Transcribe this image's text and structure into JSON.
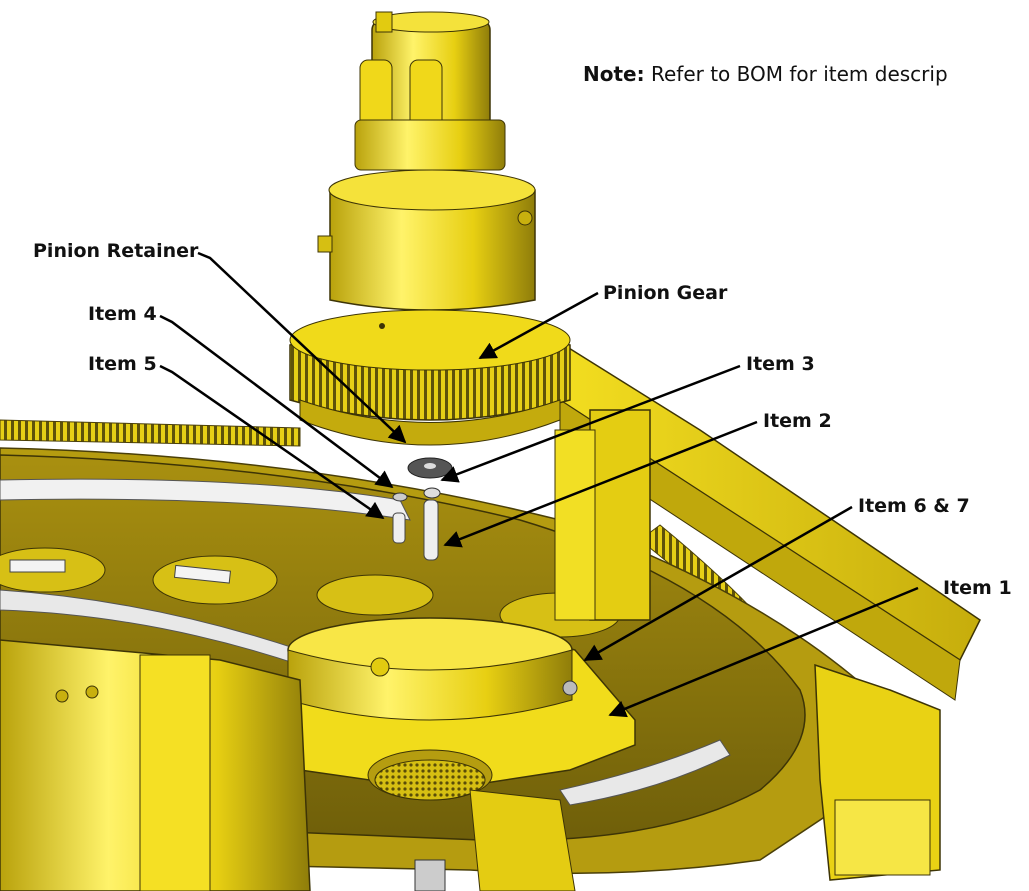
{
  "note": {
    "label": "Note:",
    "text": "Refer to BOM for item descrip"
  },
  "callouts": {
    "pinion_retainer": "Pinion Retainer",
    "pinion_gear": "Pinion Gear",
    "item4": "Item 4",
    "item5": "Item 5",
    "item3": "Item 3",
    "item2": "Item 2",
    "item6_7": "Item 6 & 7",
    "item1": "Item 1"
  },
  "colors": {
    "yellow": "#f3de10",
    "shadow": "#8a7a12",
    "dark": "#4a3f08",
    "highlight": "#fff57a"
  }
}
